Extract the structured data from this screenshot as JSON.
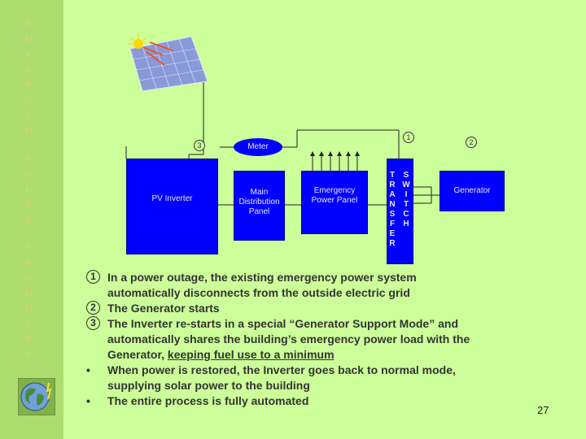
{
  "sidebar": {
    "letters": "ADVANCED SOLAR PRODUCTS"
  },
  "diagram": {
    "meter": "Meter",
    "pv_inverter": "PV Inverter",
    "main_panel": "Main Distribution Panel",
    "emergency_panel": "Emergency Power Panel",
    "transfer_switch_left": "TRANSFER",
    "transfer_switch_right": "SWITCH",
    "generator": "Generator",
    "num1": "1",
    "num2": "2",
    "num3": "3"
  },
  "bullets": {
    "b1_marker": "1",
    "b1_line1": "In a power outage, the existing emergency power system",
    "b1_line2": "automatically disconnects from the outside electric grid",
    "b2_marker": "2",
    "b2_line1": "The Generator starts",
    "b3_marker": "3",
    "b3_line1": "The Inverter re-starts in a special “Generator Support Mode” and",
    "b3_line2": "automatically shares the building’s emergency power load with the",
    "b3_line3a": "Generator, ",
    "b3_line3b": "keeping fuel use to a minimum",
    "b4_line1": "When power is restored, the Inverter goes back to normal mode,",
    "b4_line2": "supplying solar power to the building",
    "b5_line1": "The entire process is fully automated"
  },
  "page_number": "27",
  "colors": {
    "background": "#ccff99",
    "sidebar": "#aedc6e",
    "box": "#0000ff"
  }
}
